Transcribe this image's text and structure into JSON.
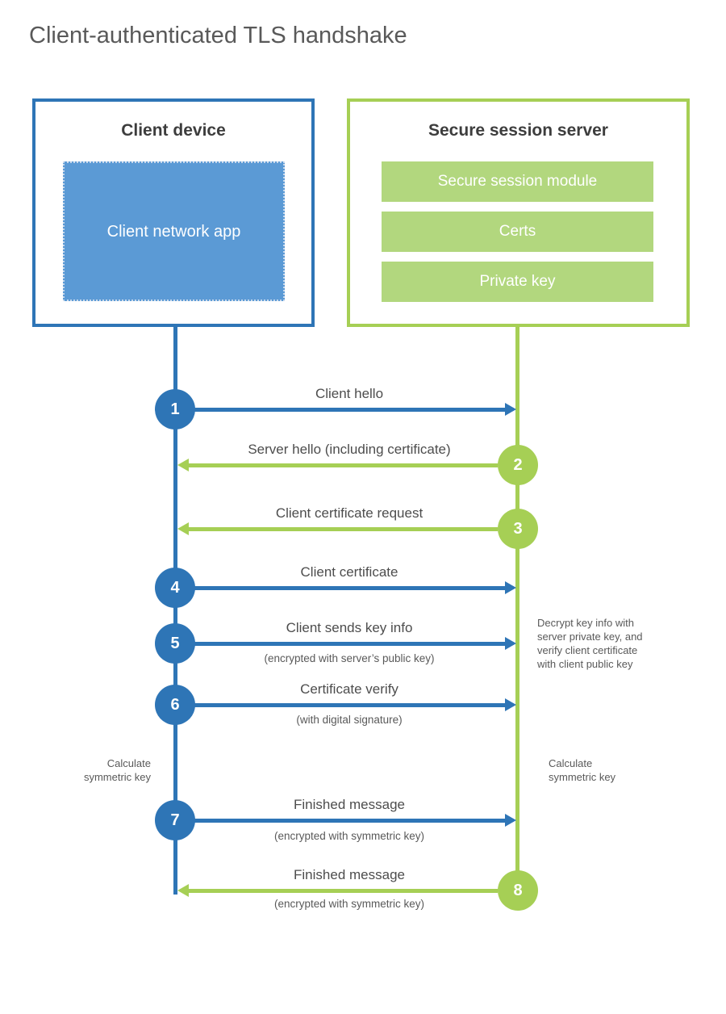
{
  "title": "Client-authenticated TLS handshake",
  "colors": {
    "blue": "#2e75b6",
    "blue_light": "#5b9ad5",
    "green": "#a6cf55",
    "green_light": "#b2d77e",
    "text_dark": "#3d3d3d",
    "text_gray": "#595959"
  },
  "client_box": {
    "title": "Client device",
    "app_label": "Client network app"
  },
  "server_box": {
    "title": "Secure session server",
    "modules": [
      "Secure session module",
      "Certs",
      "Private key"
    ]
  },
  "steps": [
    {
      "number": "1",
      "from": "client",
      "to": "server",
      "label": "Client hello"
    },
    {
      "number": "2",
      "from": "server",
      "to": "client",
      "label": "Server hello (including certificate)"
    },
    {
      "number": "3",
      "from": "server",
      "to": "client",
      "label": "Client certificate request"
    },
    {
      "number": "4",
      "from": "client",
      "to": "server",
      "label": "Client certificate"
    },
    {
      "number": "5",
      "from": "client",
      "to": "server",
      "label": "Client sends key info",
      "sublabel": "(encrypted with server’s public key)"
    },
    {
      "number": "6",
      "from": "client",
      "to": "server",
      "label": "Certificate verify",
      "sublabel": "(with digital signature)"
    },
    {
      "number": "7",
      "from": "client",
      "to": "server",
      "label": "Finished message",
      "sublabel": "(encrypted with symmetric key)"
    },
    {
      "number": "8",
      "from": "server",
      "to": "client",
      "label": "Finished message",
      "sublabel": "(encrypted with symmetric key)"
    }
  ],
  "annotations": {
    "decrypt_lines": [
      "Decrypt key info with",
      "server private key, and",
      "verify client certificate",
      "with client public key"
    ],
    "calc_left": "Calculate symmetric key",
    "calc_right": "Calculate symmetric key"
  }
}
